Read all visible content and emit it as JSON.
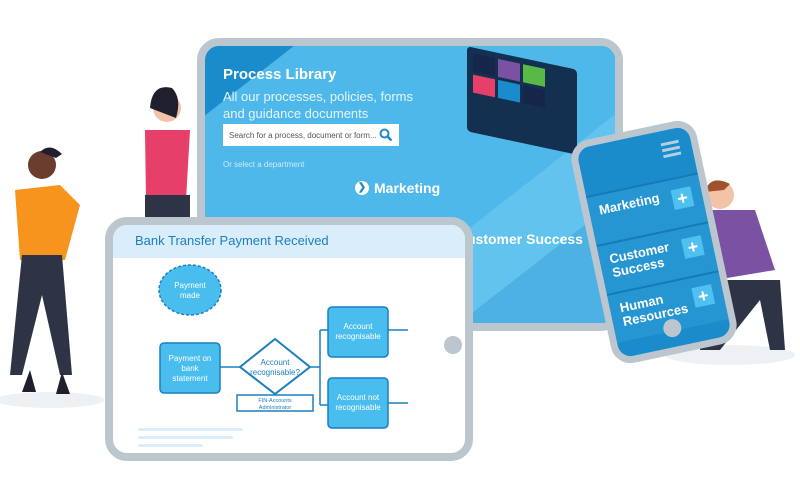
{
  "library": {
    "title": "Process Library",
    "subtitle": "All our processes, policies, forms and guidance documents",
    "search_placeholder": "Search for a process, document or form...",
    "search_icon": "magnifier",
    "select_label": "Or select a department",
    "dept_marketing": "Marketing",
    "dept_customer_success": "ustomer Success"
  },
  "flowchart": {
    "title": "Bank Transfer Payment Received",
    "start": [
      "Payment",
      "made"
    ],
    "step1": [
      "Payment on",
      "bank",
      "statement"
    ],
    "decision": [
      "Account",
      "recognisable?"
    ],
    "role": [
      "FIN-Accounts",
      "Administrator"
    ],
    "yes": [
      "Account",
      "recognisable"
    ],
    "no": [
      "Account not",
      "recognisable"
    ]
  },
  "phone": {
    "menu_icon": "hamburger",
    "items": [
      {
        "label": "Marketing"
      },
      {
        "label": "Customer Success"
      },
      {
        "label": "Human Resources"
      }
    ],
    "add_icon": "+"
  },
  "colors": {
    "primary": "#1a8ccc",
    "light": "#4fc0f0",
    "frame": "#bcc6cf"
  }
}
